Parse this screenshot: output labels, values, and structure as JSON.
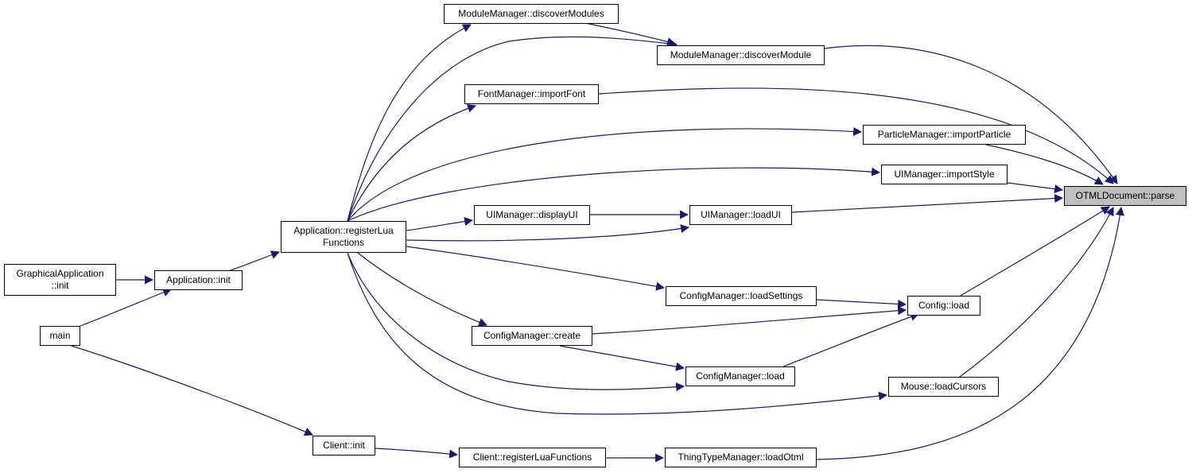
{
  "title": "",
  "colors": {
    "edge": "#191970",
    "node_border": "#000000",
    "root_fill": "#bfbfbf",
    "node_fill": "#ffffff"
  },
  "nodes": [
    {
      "id": "parse",
      "lines": [
        "OTMLDocument::parse"
      ],
      "root": true
    },
    {
      "id": "discoverModules",
      "lines": [
        "ModuleManager::discoverModules"
      ]
    },
    {
      "id": "discoverModule",
      "lines": [
        "ModuleManager::discoverModule"
      ]
    },
    {
      "id": "importFont",
      "lines": [
        "FontManager::importFont"
      ]
    },
    {
      "id": "importParticle",
      "lines": [
        "ParticleManager::importParticle"
      ]
    },
    {
      "id": "importStyle",
      "lines": [
        "UIManager::importStyle"
      ]
    },
    {
      "id": "displayUI",
      "lines": [
        "UIManager::displayUI"
      ]
    },
    {
      "id": "loadUI",
      "lines": [
        "UIManager::loadUI"
      ]
    },
    {
      "id": "registerLua",
      "lines": [
        "Application::registerLua",
        "Functions"
      ]
    },
    {
      "id": "gappInit",
      "lines": [
        "GraphicalApplication",
        "::init"
      ]
    },
    {
      "id": "appInit",
      "lines": [
        "Application::init"
      ]
    },
    {
      "id": "main",
      "lines": [
        "main"
      ]
    },
    {
      "id": "loadSettings",
      "lines": [
        "ConfigManager::loadSettings"
      ]
    },
    {
      "id": "configLoad",
      "lines": [
        "Config::load"
      ]
    },
    {
      "id": "cmCreate",
      "lines": [
        "ConfigManager::create"
      ]
    },
    {
      "id": "cmLoad",
      "lines": [
        "ConfigManager::load"
      ]
    },
    {
      "id": "loadCursors",
      "lines": [
        "Mouse::loadCursors"
      ]
    },
    {
      "id": "clientInit",
      "lines": [
        "Client::init"
      ]
    },
    {
      "id": "clientRegLua",
      "lines": [
        "Client::registerLuaFunctions"
      ]
    },
    {
      "id": "loadOtml",
      "lines": [
        "ThingTypeManager::loadOtml"
      ]
    }
  ],
  "edges": [
    [
      "discoverModules",
      "discoverModule"
    ],
    [
      "registerLua",
      "discoverModules"
    ],
    [
      "registerLua",
      "discoverModule"
    ],
    [
      "discoverModule",
      "parse"
    ],
    [
      "registerLua",
      "importFont"
    ],
    [
      "importFont",
      "parse"
    ],
    [
      "registerLua",
      "importParticle"
    ],
    [
      "importParticle",
      "parse"
    ],
    [
      "registerLua",
      "importStyle"
    ],
    [
      "importStyle",
      "parse"
    ],
    [
      "registerLua",
      "displayUI"
    ],
    [
      "displayUI",
      "loadUI"
    ],
    [
      "registerLua",
      "loadUI"
    ],
    [
      "loadUI",
      "parse"
    ],
    [
      "appInit",
      "registerLua"
    ],
    [
      "gappInit",
      "appInit"
    ],
    [
      "main",
      "appInit"
    ],
    [
      "registerLua",
      "loadSettings"
    ],
    [
      "loadSettings",
      "configLoad"
    ],
    [
      "registerLua",
      "cmCreate"
    ],
    [
      "cmCreate",
      "configLoad"
    ],
    [
      "cmCreate",
      "cmLoad"
    ],
    [
      "registerLua",
      "cmLoad"
    ],
    [
      "cmLoad",
      "configLoad"
    ],
    [
      "configLoad",
      "parse"
    ],
    [
      "registerLua",
      "loadCursors"
    ],
    [
      "loadCursors",
      "parse"
    ],
    [
      "main",
      "clientInit"
    ],
    [
      "clientInit",
      "clientRegLua"
    ],
    [
      "clientRegLua",
      "loadOtml"
    ],
    [
      "loadOtml",
      "parse"
    ]
  ]
}
